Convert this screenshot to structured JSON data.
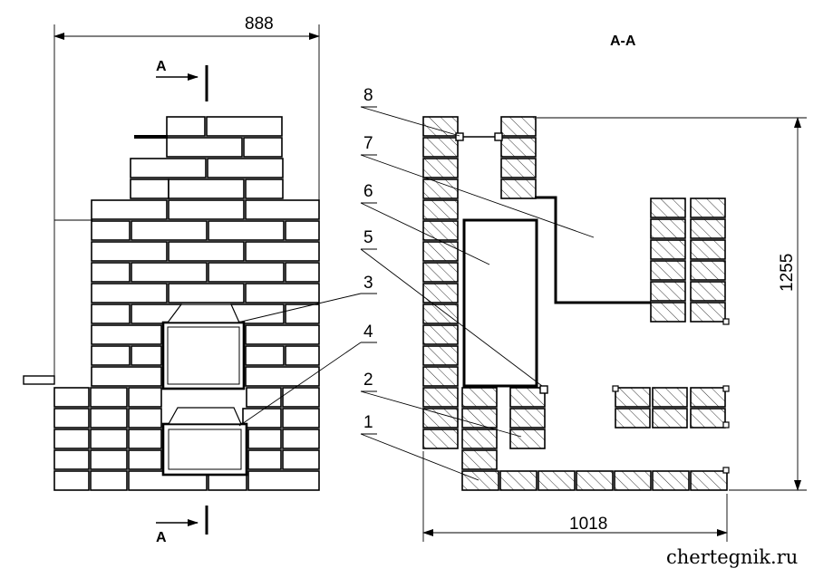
{
  "dimensions": {
    "width_front": "888",
    "height_section": "1255",
    "width_section": "1018"
  },
  "section": {
    "label": "A-A",
    "cut_label": "A"
  },
  "callouts": {
    "n1": "1",
    "n2": "2",
    "n3": "3",
    "n4": "4",
    "n5": "5",
    "n6": "6",
    "n7": "7",
    "n8": "8"
  },
  "watermark": "chertegnik.ru"
}
